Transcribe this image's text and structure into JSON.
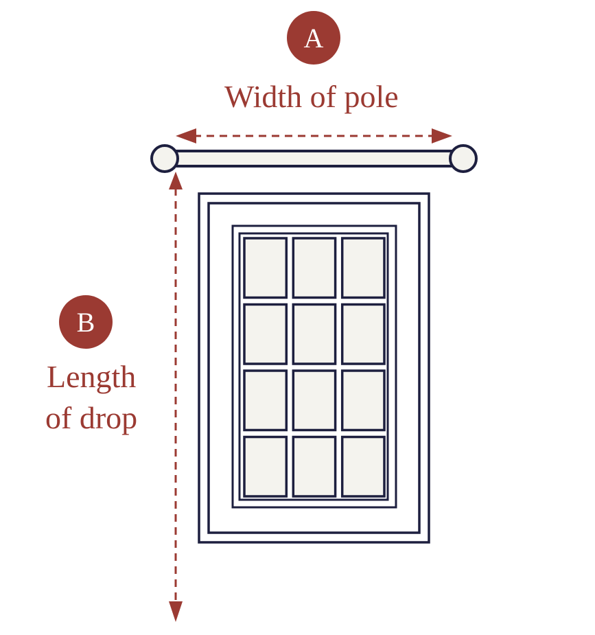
{
  "colors": {
    "accent": "#9b3a32",
    "outline": "#1d1f3f",
    "fill": "#f4f3ee",
    "background": "#ffffff"
  },
  "measurement_a": {
    "badge_letter": "A",
    "label": "Width of pole"
  },
  "measurement_b": {
    "badge_letter": "B",
    "label_line1": "Length",
    "label_line2": "of drop"
  },
  "window": {
    "pane_rows": 4,
    "pane_columns": 3
  }
}
